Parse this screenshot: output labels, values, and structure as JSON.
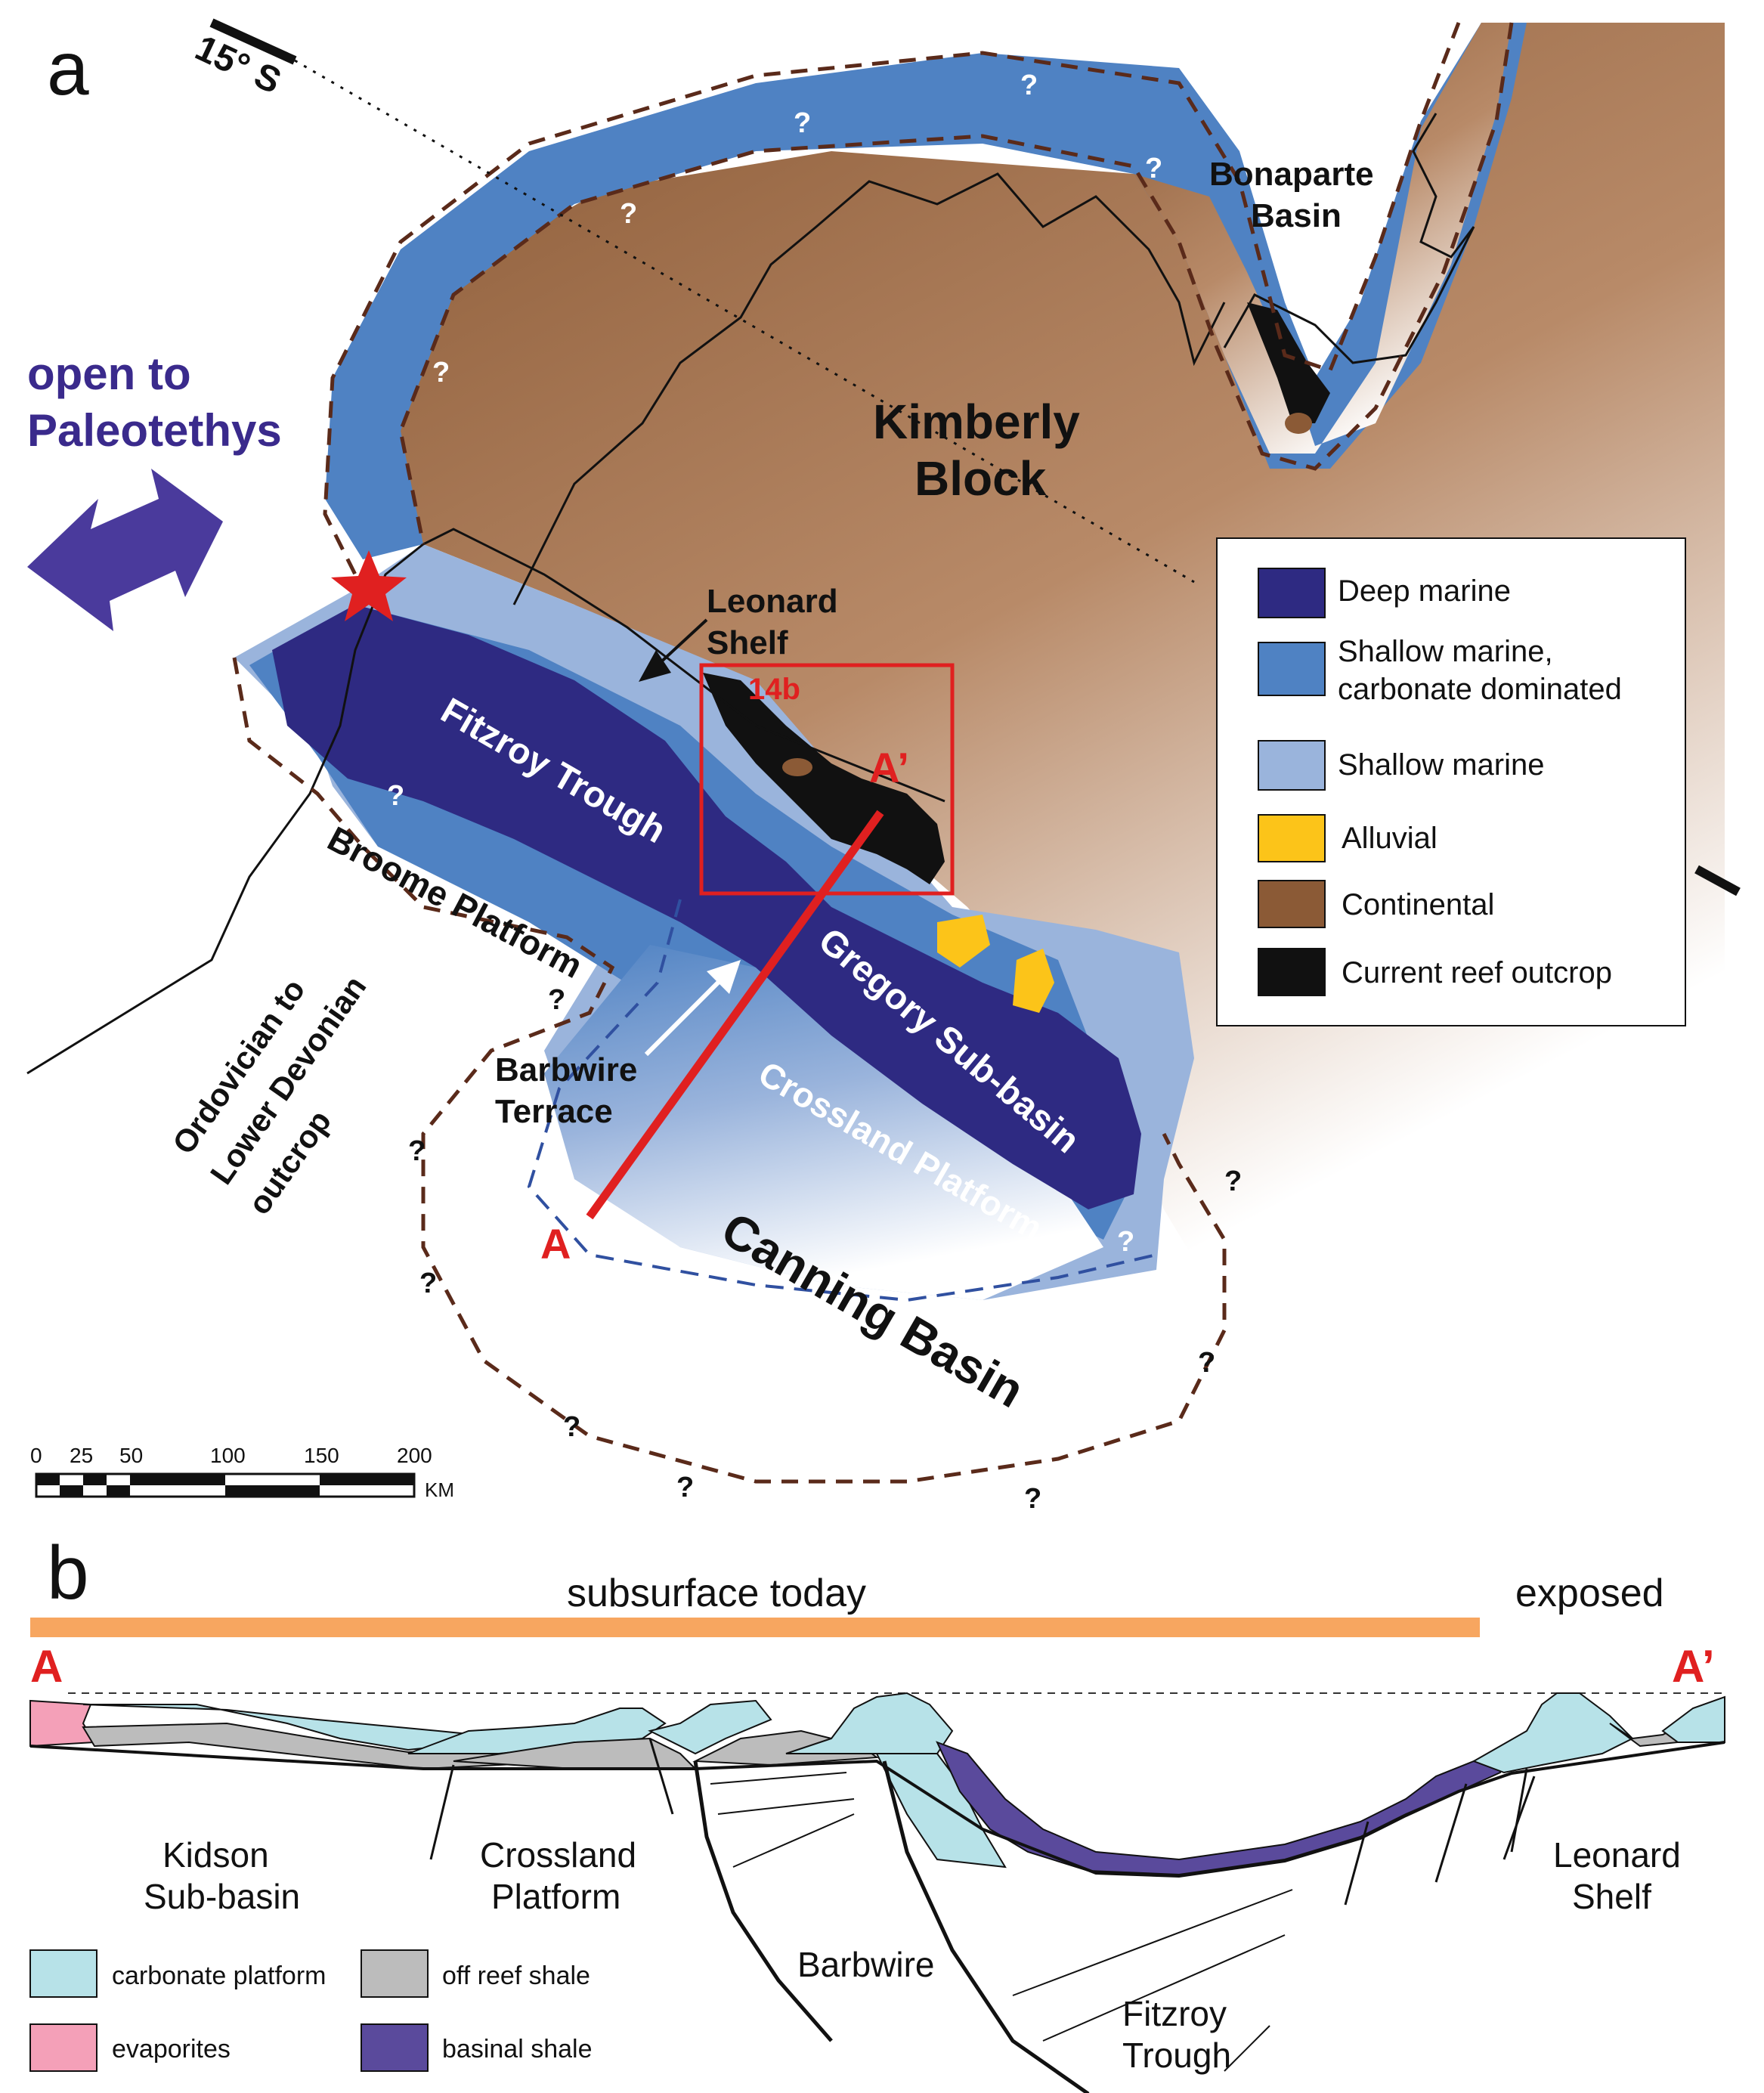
{
  "panel_a": {
    "label": "a",
    "latitude": "15° S",
    "open_to": {
      "line1": "open to",
      "line2": "Paleotethys"
    },
    "kimberly": {
      "line1": "Kimberly",
      "line2": "Block"
    },
    "bonaparte": {
      "line1": "Bonaparte",
      "line2": "Basin"
    },
    "leonard_shelf": {
      "line1": "Leonard",
      "line2": "Shelf"
    },
    "inset_label": "14b",
    "fitzroy_trough": "Fitzroy Trough",
    "broome_platform": "Broome Platform",
    "gregory": "Gregory Sub-basin",
    "crossland": "Crossland Platform",
    "barbwire": {
      "line1": "Barbwire",
      "line2": "Terrace"
    },
    "canning": "Canning Basin",
    "ordovician": {
      "line1": "Ordovician to",
      "line2": "Lower Devonian",
      "line3": "outcrop"
    },
    "section_start": "A",
    "section_end": "A’",
    "question_mark": "?",
    "scale": {
      "ticks": [
        "0",
        "25",
        "50",
        "100",
        "150",
        "200"
      ],
      "unit": "KM"
    },
    "legend": [
      {
        "label": "Deep marine",
        "color": "#2e2a82"
      },
      {
        "label": "Shallow marine,",
        "label2": "carbonate dominated",
        "color": "#4f82c3"
      },
      {
        "label": "Shallow marine",
        "color": "#9ab4dc"
      },
      {
        "label": "Alluvial",
        "color": "#fcc419"
      },
      {
        "label": "Continental",
        "color": "#8b5a36"
      },
      {
        "label": "Current reef outcrop",
        "color": "#111111"
      }
    ]
  },
  "panel_b": {
    "label": "b",
    "subsurface": "subsurface today",
    "exposed": "exposed",
    "end_a": "A",
    "end_a_prime": "A’",
    "kidson": {
      "line1": "Kidson",
      "line2": "Sub-basin"
    },
    "crossland": {
      "line1": "Crossland",
      "line2": "Platform"
    },
    "barbwire": "Barbwire",
    "fitzroy": {
      "line1": "Fitzroy",
      "line2": "Trough"
    },
    "leonard": {
      "line1": "Leonard",
      "line2": "Shelf"
    },
    "legend": [
      {
        "label": "carbonate platform",
        "color": "#b7e2e8"
      },
      {
        "label": "off reef shale",
        "color": "#bcbcbc"
      },
      {
        "label": "evaporites",
        "color": "#f4a0b8"
      },
      {
        "label": "basinal shale",
        "color": "#5a4a9c"
      }
    ]
  }
}
